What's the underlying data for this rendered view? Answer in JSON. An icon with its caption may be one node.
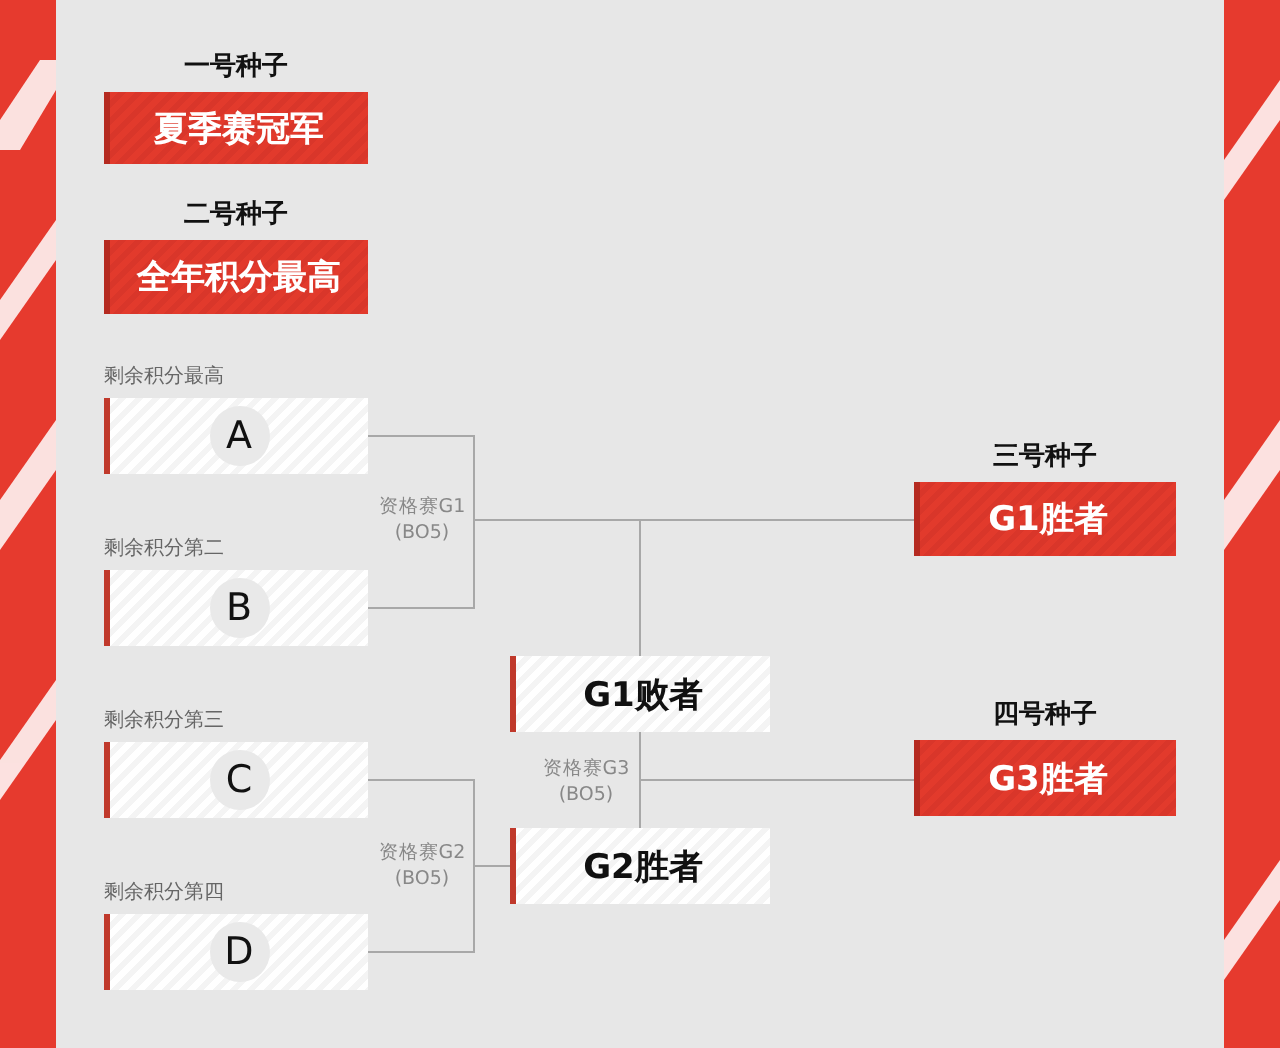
{
  "diagram": {
    "nodes": [
      {
        "text": [
          "一号种子",
          "夏季赛冠军"
        ]
      },
      {
        "text": [
          "二号种子",
          "全年积分最高"
        ]
      },
      {
        "text": [
          "剩余积分最高",
          "A"
        ]
      },
      {
        "text": [
          "剩余积分第二",
          "B"
        ]
      },
      {
        "text": [
          "剩余积分第三",
          "C"
        ]
      },
      {
        "text": [
          "剩余积分第四",
          "D"
        ]
      },
      {
        "text": [
          "G1败者"
        ]
      },
      {
        "text": [
          "G2胜者"
        ]
      },
      {
        "text": [
          "三号种子",
          "G1胜者"
        ]
      },
      {
        "text": [
          "四号种子",
          "G3胜者"
        ]
      }
    ],
    "edges": [
      {
        "from": 2,
        "to": 8,
        "arrow": "none",
        "label": "资格赛G1 (BO5)"
      },
      {
        "from": 3,
        "to": 8,
        "arrow": "none"
      },
      {
        "from": 2,
        "to": 6,
        "arrow": "none"
      },
      {
        "from": 3,
        "to": 6,
        "arrow": "none"
      },
      {
        "from": 4,
        "to": 7,
        "arrow": "none",
        "label": "资格赛G2 (BO5)"
      },
      {
        "from": 5,
        "to": 7,
        "arrow": "none"
      },
      {
        "from": 6,
        "to": 9,
        "arrow": "none",
        "label": "资格赛G3 (BO5)"
      },
      {
        "from": 7,
        "to": 9,
        "arrow": "none"
      }
    ]
  }
}
